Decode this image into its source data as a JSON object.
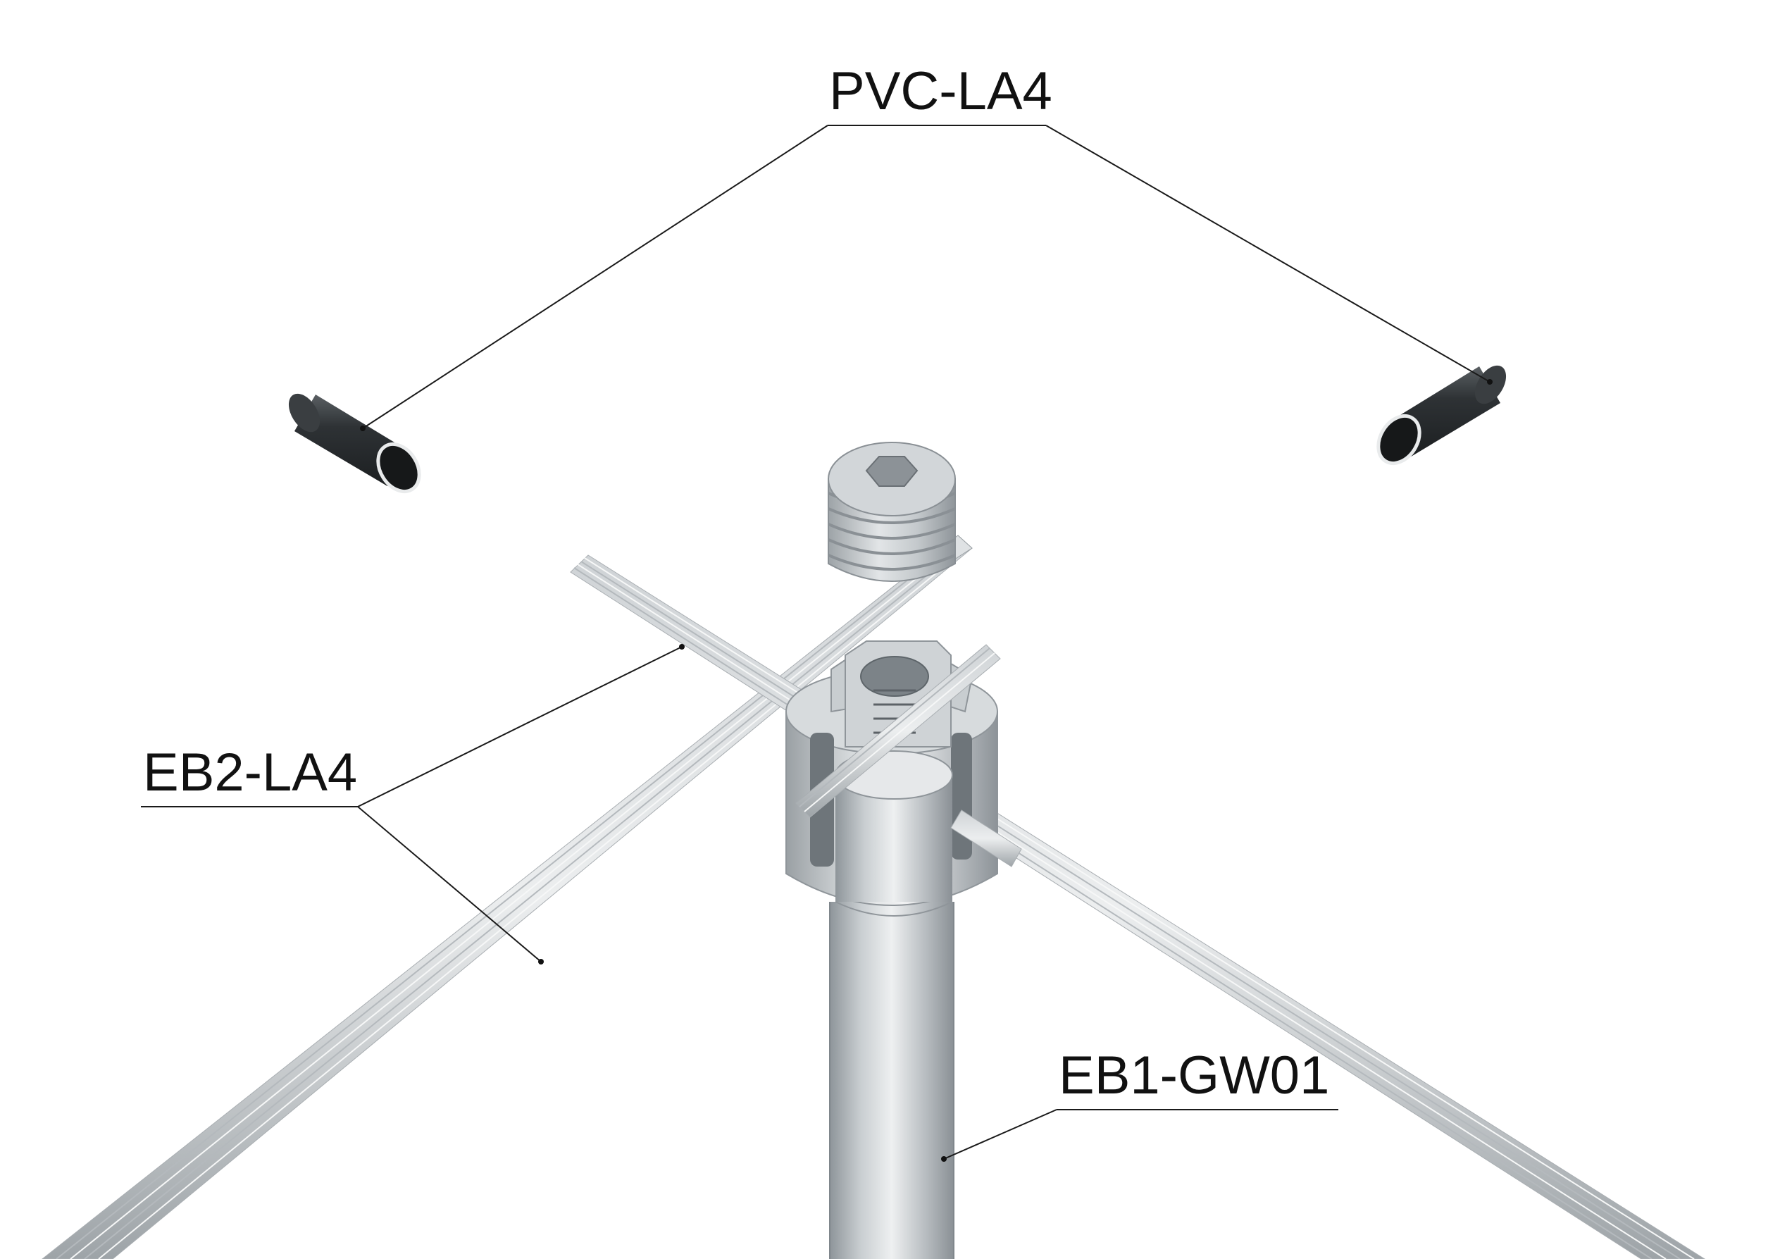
{
  "callouts": {
    "pvc": {
      "label": "PVC-LA4"
    },
    "eb2": {
      "label": "EB2-LA4"
    },
    "eb1": {
      "label": "EB1-GW01"
    }
  },
  "colors": {
    "steel_light": "#e3e6e8",
    "steel_mid": "#b9bec2",
    "steel_dark": "#7f868b",
    "cap_black": "#2a2d30",
    "line": "#1a1a1a"
  }
}
